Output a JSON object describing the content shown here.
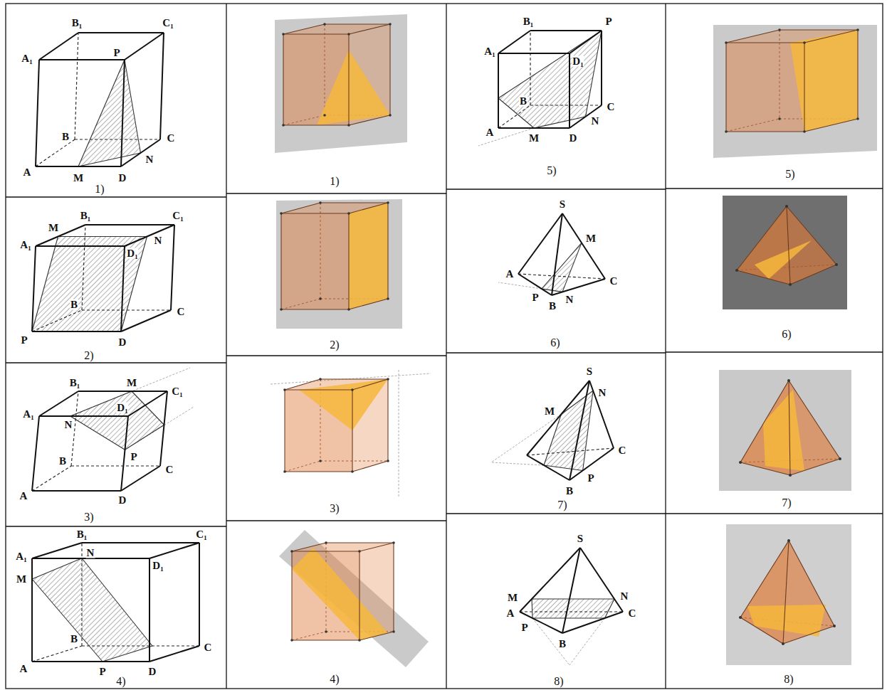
{
  "diagram": {
    "labels": [
      "B₁",
      "C₁",
      "A₁",
      "P",
      "B",
      "C",
      "A",
      "M",
      "D",
      "N",
      "1)",
      "1)",
      "B₁",
      "P",
      "A₁",
      "D₁",
      "B",
      "C",
      "A",
      "M",
      "D",
      "N",
      "5)",
      "5)",
      "M",
      "B₁",
      "C₁",
      "A₁",
      "N",
      "D₁",
      "B",
      "C",
      "P",
      "D",
      "2)",
      "2)",
      "S",
      "M",
      "A",
      "C",
      "N",
      "P",
      "B",
      "6)",
      "6)",
      "B₁",
      "M",
      "C₁",
      "A₁",
      "N",
      "D₁",
      "B",
      "P",
      "C",
      "A",
      "D",
      "3)",
      "3)",
      "S",
      "N",
      "M",
      "C",
      "B",
      "P",
      "7)",
      "7)",
      "B₁",
      "C₁",
      "A₁",
      "N",
      "D₁",
      "M",
      "B",
      "C",
      "A",
      "P",
      "D",
      "4)",
      "4)",
      "S",
      "M",
      "N",
      "A",
      "C",
      "P",
      "B",
      "8)",
      "8)"
    ]
  }
}
